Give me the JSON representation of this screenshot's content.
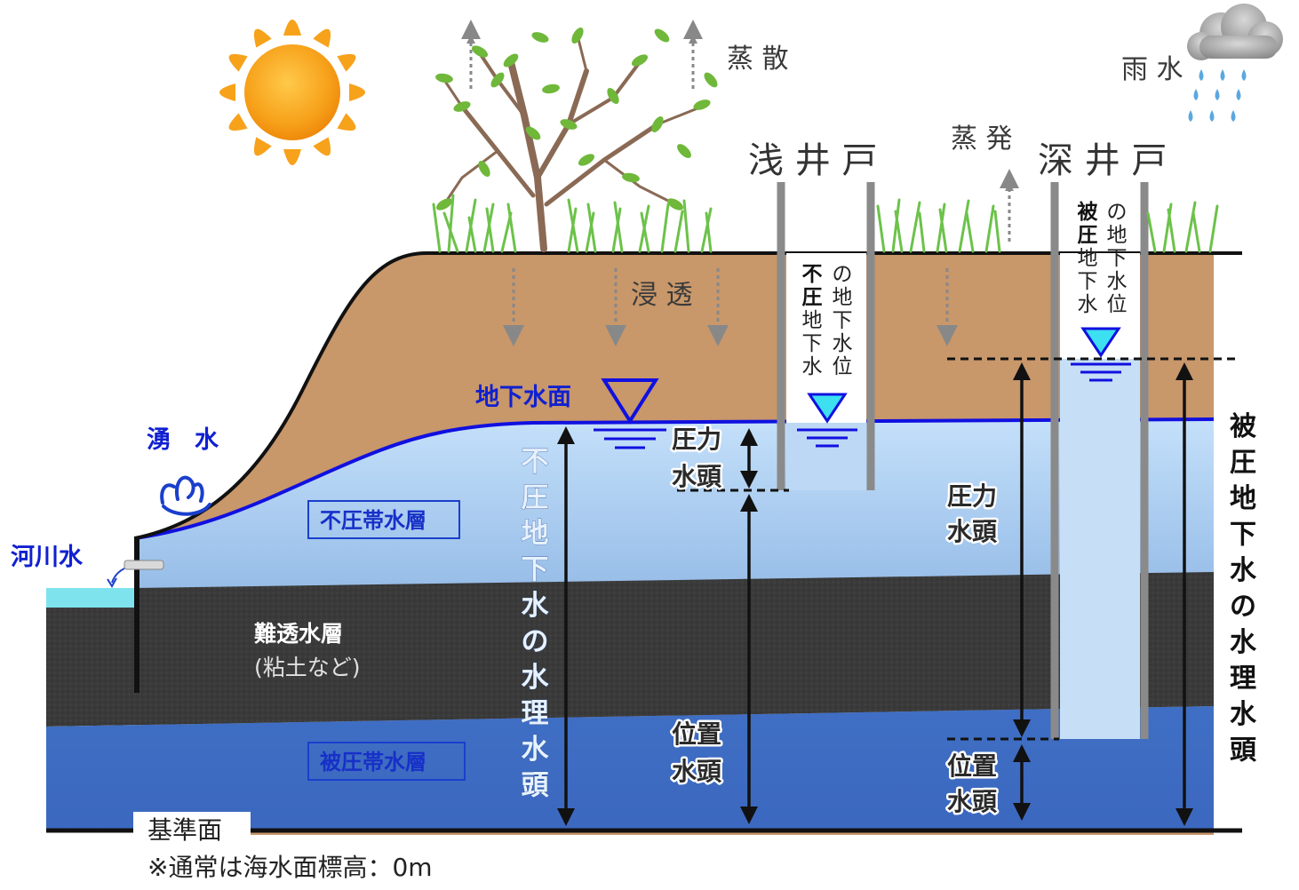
{
  "labels": {
    "transpiration": "蒸 散",
    "rainwater": "雨 水",
    "evaporation": "蒸 発",
    "infiltration": "浸 透",
    "shallow_well": "浅 井 戸",
    "deep_well": "深 井 戸",
    "water_table": "地下水面",
    "spring": "湧　水",
    "river_water": "河川水",
    "unconfined_aquifer": "不圧帯水層",
    "aquitard": "難透水層",
    "aquitard_note": "(粘土など)",
    "confined_aquifer": "被圧帯水層",
    "datum": "基準面",
    "datum_note": "※通常は海水面標高：0m",
    "pressure_head_1": "圧力",
    "pressure_head_2": "水頭",
    "elevation_head_1": "位置",
    "elevation_head_2": "水頭"
  },
  "vertical_labels": {
    "unconfined_head": [
      "不",
      "圧",
      "地",
      "下",
      "水",
      "の",
      "水",
      "理",
      "水",
      "頭"
    ],
    "confined_head": [
      "被",
      "圧",
      "地",
      "下",
      "水",
      "の",
      "水",
      "理",
      "水",
      "頭"
    ],
    "shallow_well_col_right": [
      "の",
      "地",
      "下",
      "水",
      "位"
    ],
    "shallow_well_col_left_bold": [
      "不",
      "圧"
    ],
    "shallow_well_col_left": [
      "地",
      "下",
      "水"
    ],
    "deep_well_col_right": [
      "の",
      "地",
      "下",
      "水",
      "位"
    ],
    "deep_well_col_left_bold": [
      "被",
      "圧"
    ],
    "deep_well_col_left": [
      "地",
      "下",
      "水"
    ]
  },
  "colors": {
    "soil": "#c8976a",
    "unconfined_water": "#a9cdf2",
    "aquitard": "#3a3a3a",
    "confined_water": "#4472c4",
    "water_line": "#1010e0",
    "river": "#7fe3ee",
    "sun": "#f7a21b",
    "sun_core": "#f58c0a"
  },
  "icons": [
    "sun-icon",
    "cloud-rain-icon",
    "tree-icon",
    "grass-icon",
    "water-level-triangle-icon",
    "spring-icon"
  ]
}
